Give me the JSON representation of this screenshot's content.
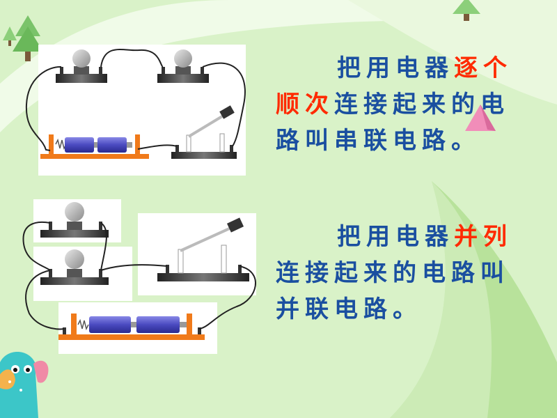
{
  "slide": {
    "text1": {
      "line1_a": "把用电器",
      "line1_b": "逐个",
      "line2_a": "顺次",
      "line2_b": "连接起来的电",
      "line3": "路叫串联电路。"
    },
    "text2": {
      "line1_a": "把用电器",
      "line1_b": "并列",
      "line2": "连接起来的电路叫",
      "line3": "并联电路。"
    }
  },
  "colors": {
    "background": "#d6f0c6",
    "text": "#1a4fa0",
    "highlight": "#ff2a00",
    "battery": "#5454c8",
    "base": "#f07a1a"
  },
  "icons": [
    "tree-icon",
    "pyramid-icon",
    "elephant-mascot-icon",
    "bulb-icon",
    "battery-icon",
    "knife-switch-icon"
  ]
}
